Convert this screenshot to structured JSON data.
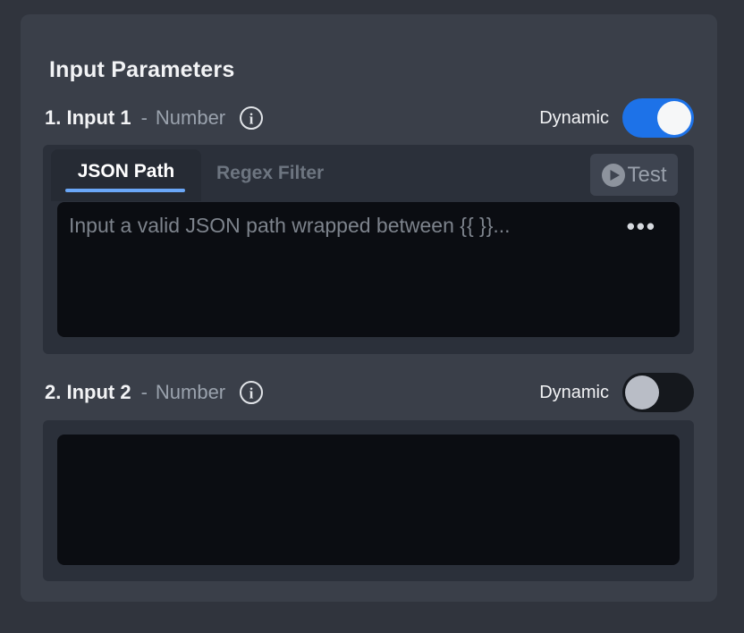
{
  "colors": {
    "accent_blue": "#1d72e8",
    "tab_underline": "#6aa7f8",
    "panel_bg": "#3a3f49",
    "card_bg": "#2b303a",
    "editor_bg": "#0b0d12"
  },
  "panel": {
    "title": "Input Parameters"
  },
  "inputs": [
    {
      "index_label": "1. Input 1",
      "dash": "-",
      "type_label": "Number",
      "dynamic_label": "Dynamic",
      "dynamic_on": true,
      "tabs": [
        {
          "label": "JSON Path",
          "active": true
        },
        {
          "label": "Regex Filter",
          "active": false
        }
      ],
      "test_button": {
        "label": "Test"
      },
      "editor": {
        "value": "",
        "placeholder": "Input a valid JSON path wrapped between {{ }}...",
        "more_icon": "•••"
      }
    },
    {
      "index_label": "2. Input 2",
      "dash": "-",
      "type_label": "Number",
      "dynamic_label": "Dynamic",
      "dynamic_on": false,
      "editor": {
        "value": "",
        "placeholder": ""
      }
    }
  ]
}
